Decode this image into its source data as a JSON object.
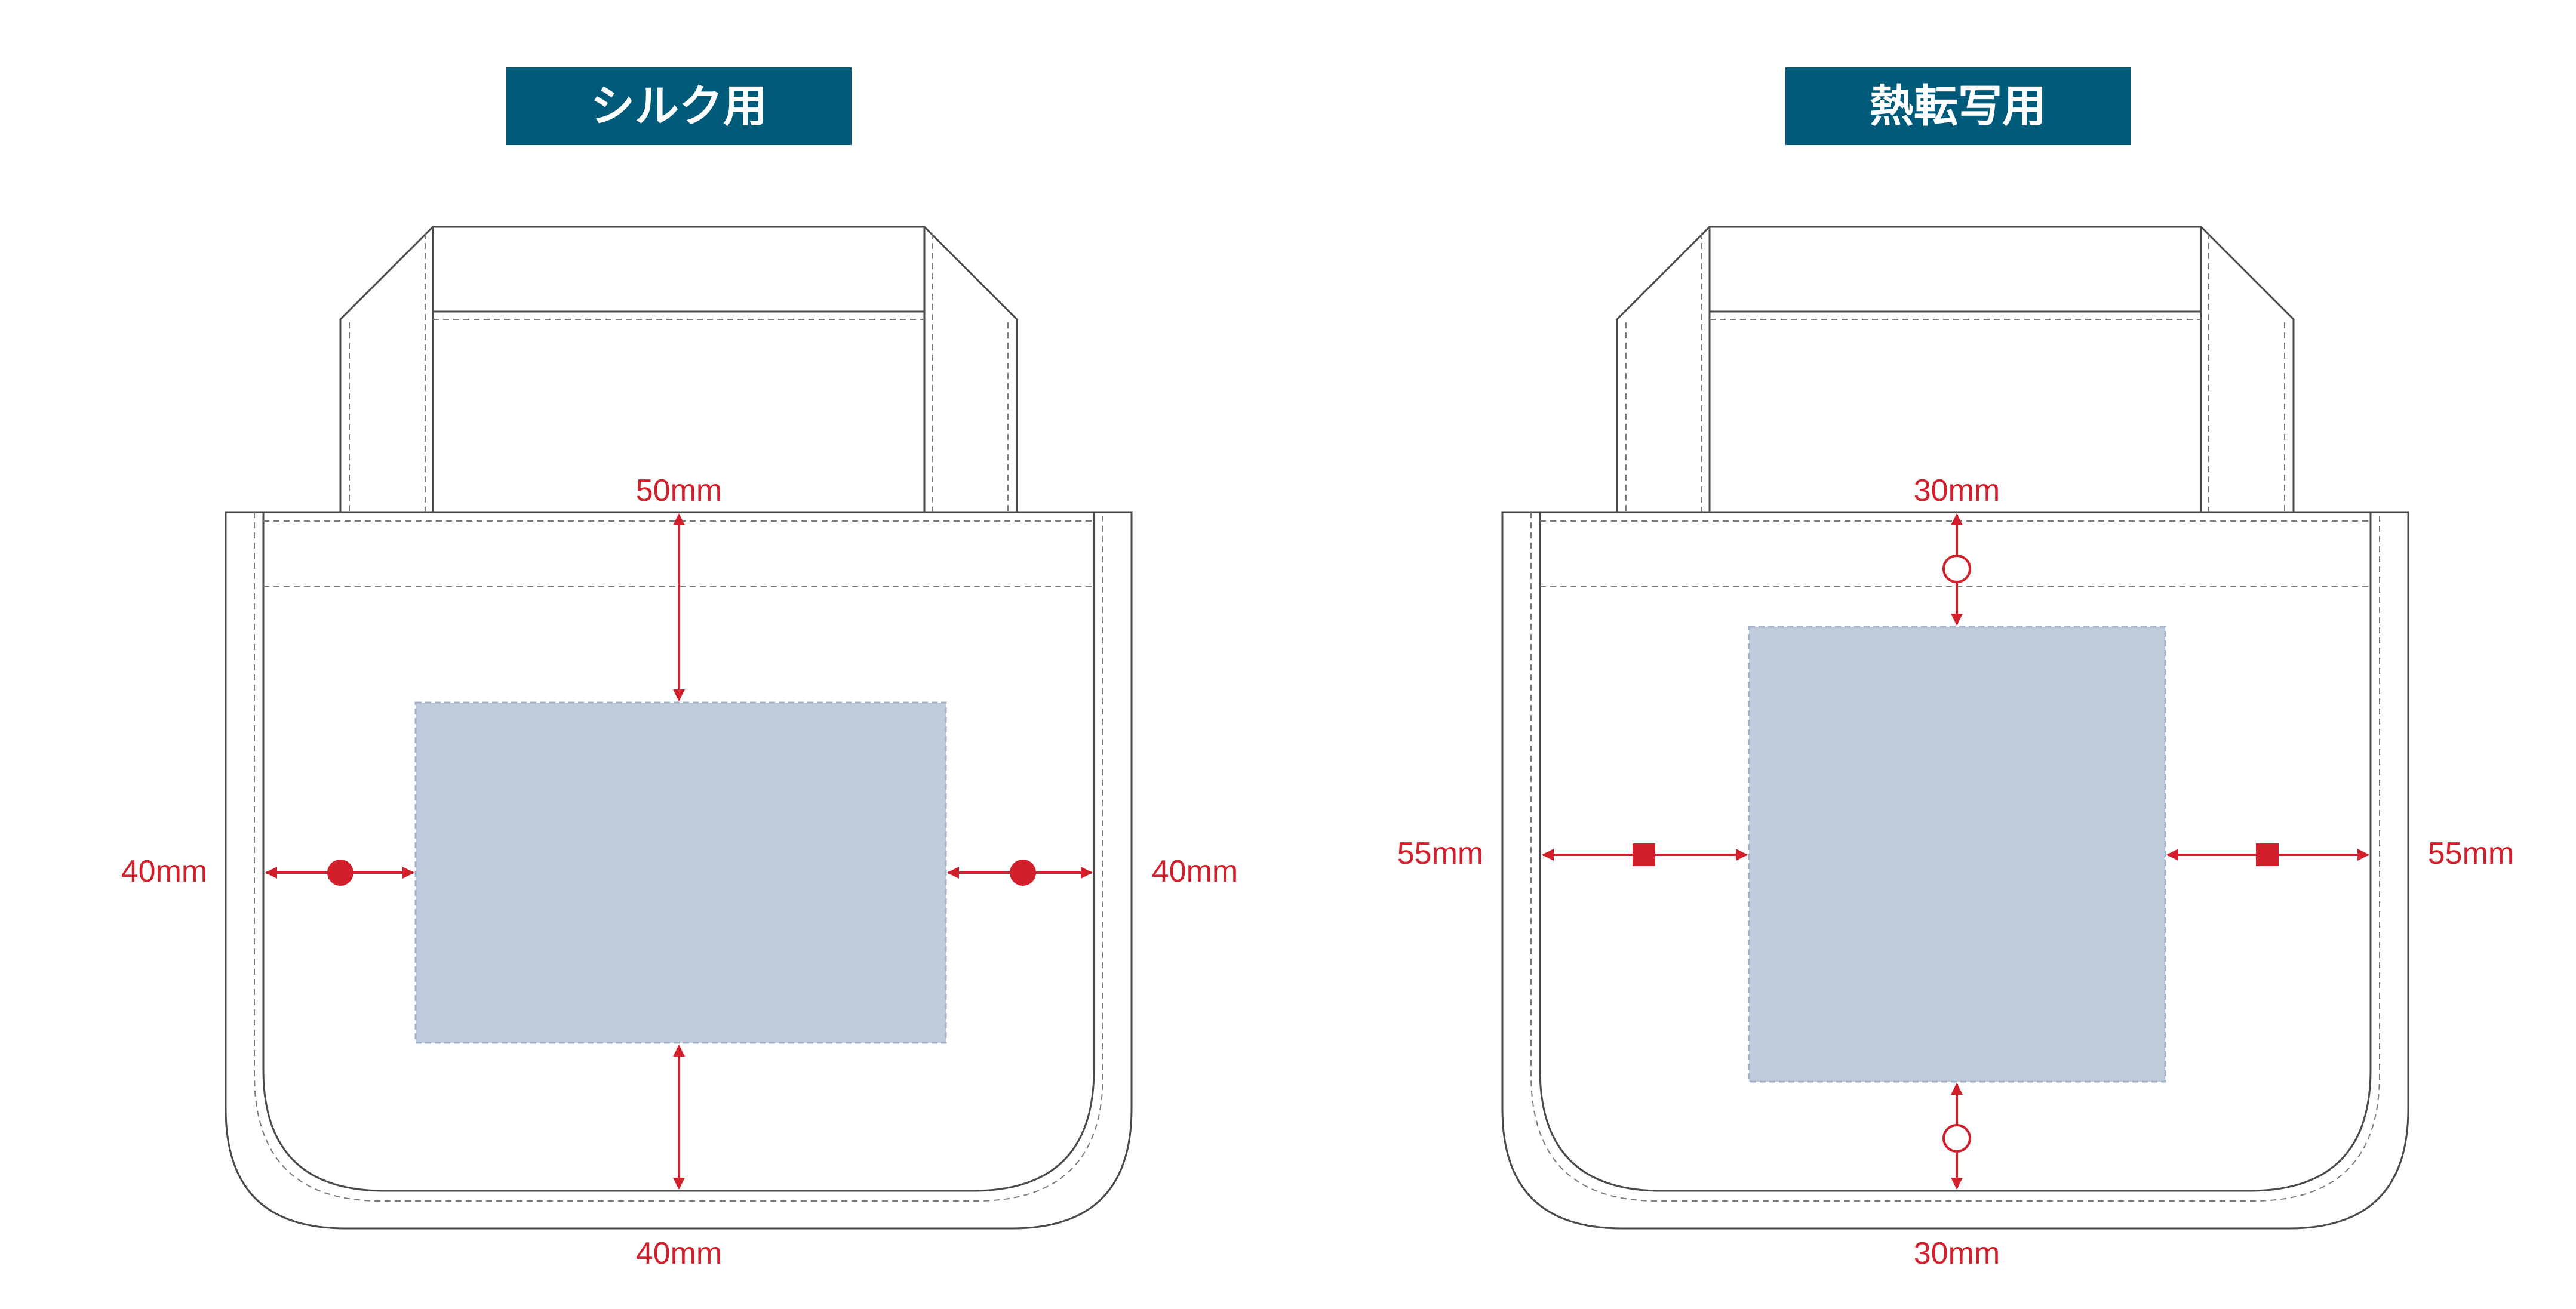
{
  "colors": {
    "header_bg": "#005a7a",
    "header_text": "#ffffff",
    "outline": "#4a4a4a",
    "stitch": "#7a7a7a",
    "print_area": "#bfcbdb",
    "print_area_border": "#9fb1c9",
    "dimension": "#d11f2b"
  },
  "panels": [
    {
      "title": "シルク用",
      "marker": "filled-circle",
      "dimensions": {
        "top": "50mm",
        "bottom": "40mm",
        "left": "40mm",
        "right": "40mm"
      }
    },
    {
      "title": "熱転写用",
      "marker_vertical": "open-circle",
      "marker_horizontal": "filled-square",
      "dimensions": {
        "top": "30mm",
        "bottom": "30mm",
        "left": "55mm",
        "right": "55mm"
      }
    }
  ]
}
